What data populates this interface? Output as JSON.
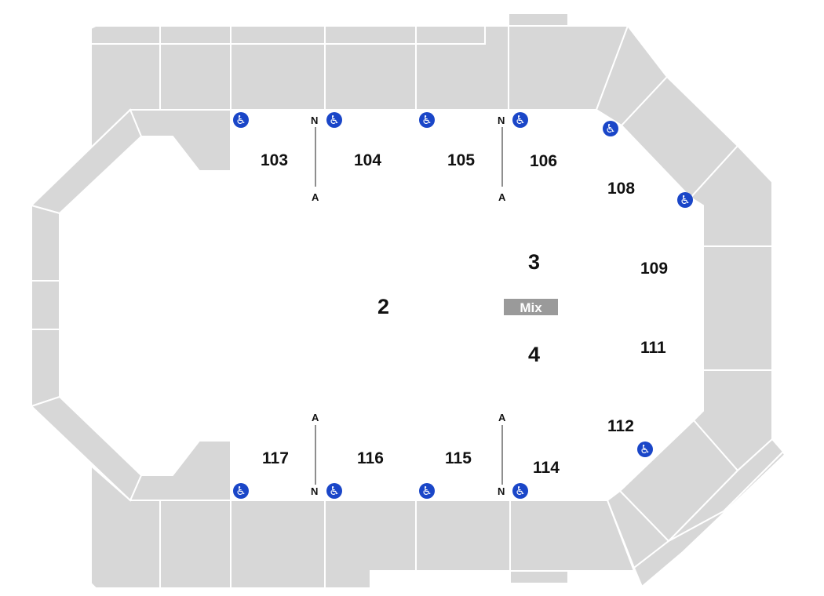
{
  "map": {
    "section_labels": [
      "103",
      "104",
      "105",
      "106",
      "108",
      "109",
      "111",
      "112",
      "114",
      "115",
      "116",
      "117"
    ],
    "floor_labels": [
      "2",
      "3",
      "4"
    ],
    "mix_label": "Mix",
    "aisle_end_top_label": "N",
    "aisle_end_bottom_label": "A",
    "aisle_row_labels": {
      "north_end": "N",
      "south_end": "A"
    },
    "accessibility_icon": "wheelchair-icon",
    "colors": {
      "section_fill": "#d7d7d7",
      "accessibility_blue": "#1a46c8",
      "mix_fill": "#9a9a9a"
    }
  }
}
